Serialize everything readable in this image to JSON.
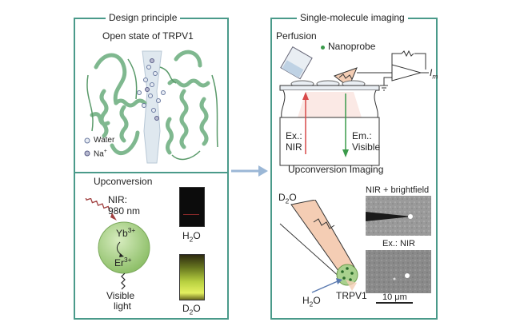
{
  "left_panel": {
    "design_title": "Design principle",
    "design_subtitle": "Open state of TRPV1",
    "legend_water": "Water",
    "legend_na": "Na",
    "legend_na_sup": "+",
    "upconversion_title": "Upconversion",
    "nir_label": "NIR:",
    "nir_wavelength": "980 nm",
    "yb_label": "Yb",
    "yb_sup": "3+",
    "er_label": "Er",
    "er_sup": "3+",
    "visible_light_line1": "Visible",
    "visible_light_line2": "light",
    "vial1_label_main": "H",
    "vial1_label_sub": "2",
    "vial1_label_end": "O",
    "vial2_label_main": "D",
    "vial2_label_sub": "2",
    "vial2_label_end": "O"
  },
  "right_panel": {
    "title": "Single-molecule imaging",
    "perfusion_label": "Perfusion",
    "nanoprobe_label": "Nanoprobe",
    "current_label": "I",
    "current_sub": "m",
    "ex_label_line1": "Ex.:",
    "ex_label_line2": "NIR",
    "em_label_line1": "Em.:",
    "em_label_line2": "Visible",
    "upconversion_imaging_label": "Upconversion Imaging",
    "d2o_main": "D",
    "d2o_sub": "2",
    "d2o_end": "O",
    "h2o_main": "H",
    "h2o_sub": "2",
    "h2o_end": "O",
    "trpv1_label": "TRPV1",
    "micro1_label": "NIR + brightfield",
    "micro2_label": "Ex.: NIR",
    "scale_label": "10 μm"
  },
  "colors": {
    "panel_border": "#4a9a8a",
    "protein_green": "#7fb88f",
    "arrow_blue": "#9bb7d6",
    "ex_red": "#d84a4a",
    "em_green": "#3a9a4a",
    "nanoparticle": "#a9d18e"
  }
}
